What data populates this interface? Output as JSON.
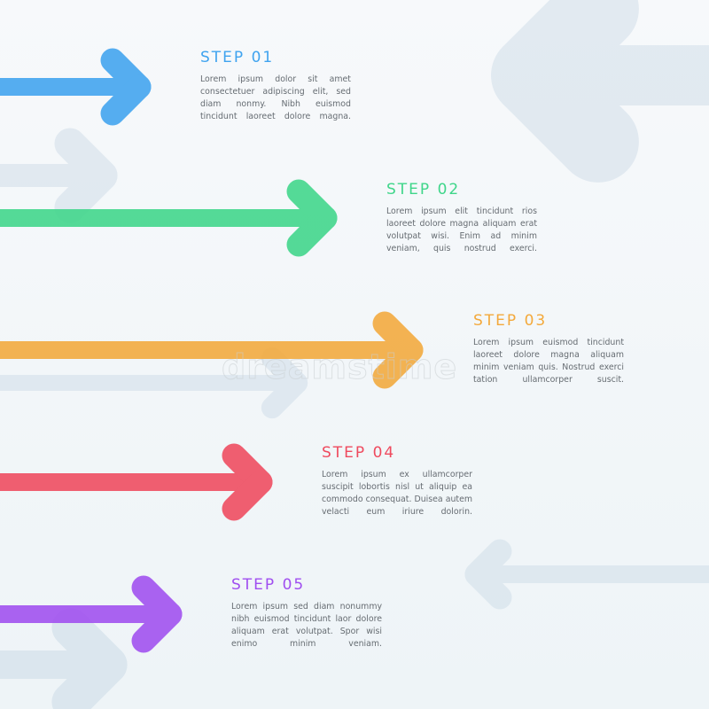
{
  "steps": [
    {
      "title": "STEP 01",
      "color": "#3fa3ef",
      "body": "Lorem ipsum dolor sit amet consectetuer adipiscing elit, sed diam nonmy. Nibh euismod tincidunt laoreet dolore magna."
    },
    {
      "title": "STEP 02",
      "color": "#3fd68a",
      "body": "Lorem ipsum elit tincidunt rios laoreet dolore magna aliquam erat volutpat wisi. Enim ad minim veniam, quis nostrud exerci."
    },
    {
      "title": "STEP 03",
      "color": "#f3a93b",
      "body": "Lorem ipsum euismod tincidunt laoreet dolore magna aliquam minim veniam quis. Nostrud exerci tation ullamcorper suscit."
    },
    {
      "title": "STEP 04",
      "color": "#ef4a5e",
      "body": "Lorem ipsum ex ullamcorper suscipit lobortis nisl ut aliquip ea commodo consequat. Duisea autem velacti eum iriure dolorin."
    },
    {
      "title": "STEP 05",
      "color": "#a04ef0",
      "body": "Lorem ipsum sed diam nonummy nibh euismod tincidunt laor dolore aliquam erat volutpat. Spor wisi enimo minim veniam."
    }
  ],
  "watermark": "dreamstime",
  "decor_color": "#c9d9e6"
}
